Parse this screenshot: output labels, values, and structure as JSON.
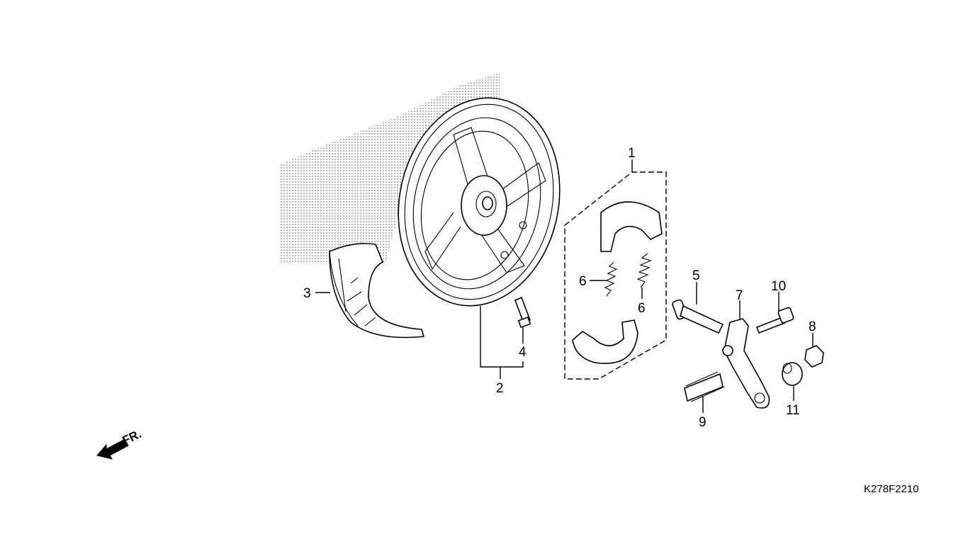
{
  "diagram": {
    "code": "K278F2210",
    "direction_label": "FR.",
    "callouts": [
      {
        "id": "1",
        "text": "1"
      },
      {
        "id": "2",
        "text": "2"
      },
      {
        "id": "3",
        "text": "3"
      },
      {
        "id": "4",
        "text": "4"
      },
      {
        "id": "5",
        "text": "5"
      },
      {
        "id": "6a",
        "text": "6"
      },
      {
        "id": "6b",
        "text": "6"
      },
      {
        "id": "7",
        "text": "7"
      },
      {
        "id": "8",
        "text": "8"
      },
      {
        "id": "9",
        "text": "9"
      },
      {
        "id": "10",
        "text": "10"
      },
      {
        "id": "11",
        "text": "11"
      }
    ]
  }
}
